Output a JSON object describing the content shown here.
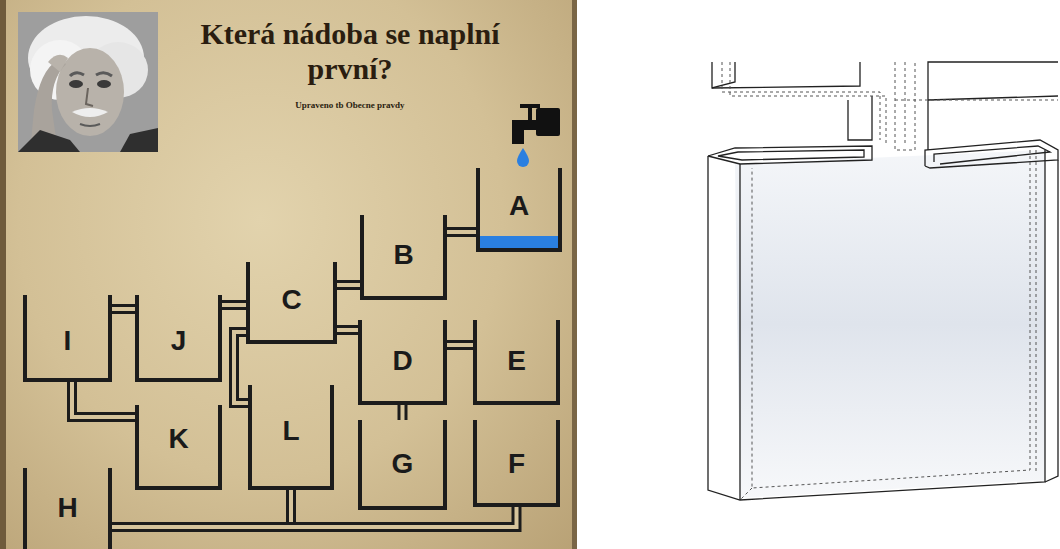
{
  "diagram": {
    "title": "Která nádoba se naplní první?",
    "nodes": [
      {
        "text": [
          "A"
        ]
      },
      {
        "text": [
          "B"
        ]
      },
      {
        "text": [
          "C"
        ]
      },
      {
        "text": [
          "D"
        ]
      },
      {
        "text": [
          "E"
        ]
      },
      {
        "text": [
          "F"
        ]
      },
      {
        "text": [
          "G"
        ]
      },
      {
        "text": [
          "H"
        ]
      },
      {
        "text": [
          "I"
        ]
      },
      {
        "text": [
          "J"
        ]
      },
      {
        "text": [
          "K"
        ]
      },
      {
        "text": [
          "L"
        ]
      }
    ],
    "edges": [
      {
        "from": 0,
        "to": 1,
        "arrow": "none"
      },
      {
        "from": 1,
        "to": 2,
        "arrow": "none"
      },
      {
        "from": 2,
        "to": 3,
        "arrow": "none"
      },
      {
        "from": 3,
        "to": 4,
        "arrow": "none"
      },
      {
        "from": 3,
        "to": 6,
        "arrow": "none"
      },
      {
        "from": 2,
        "to": 9,
        "arrow": "none"
      },
      {
        "from": 2,
        "to": 11,
        "arrow": "none"
      },
      {
        "from": 9,
        "to": 8,
        "arrow": "none"
      },
      {
        "from": 8,
        "to": 10,
        "arrow": "none"
      },
      {
        "from": 7,
        "to": 11,
        "arrow": "none"
      },
      {
        "from": 7,
        "to": 5,
        "arrow": "none"
      }
    ],
    "labels": [
      "Upraveno tb Obecne pravdy"
    ]
  }
}
